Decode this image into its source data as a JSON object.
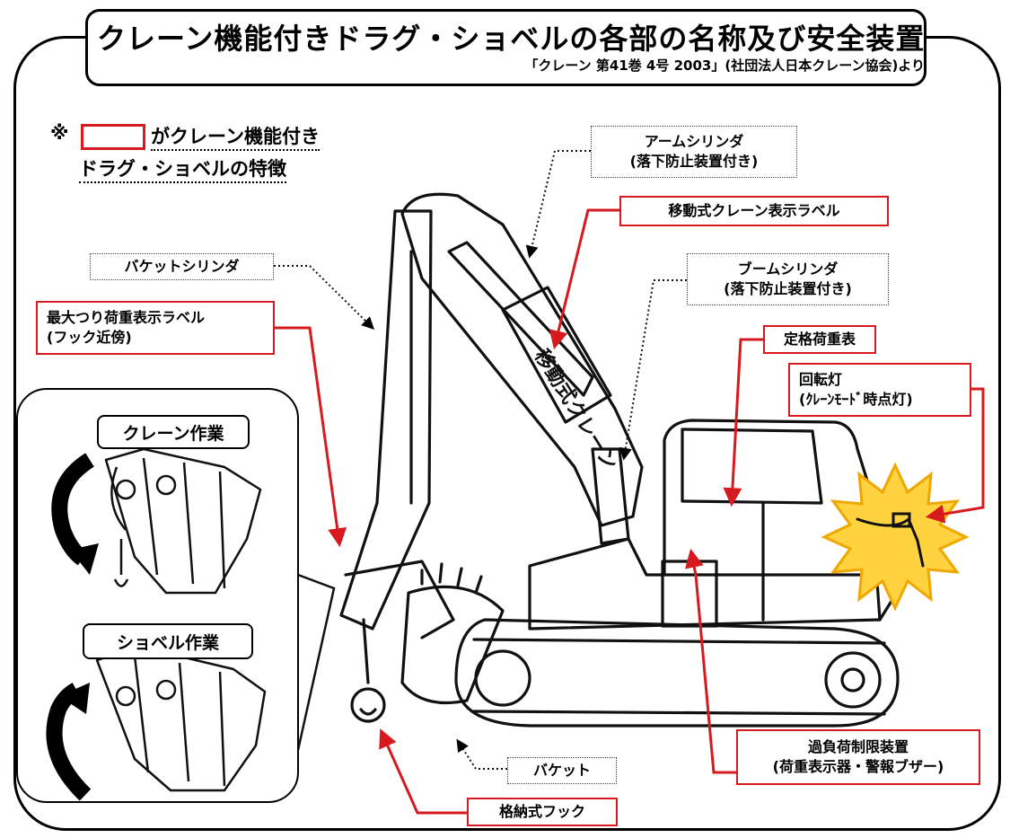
{
  "title": "クレーン機能付きドラグ・ショベルの各部の名称及び安全装置",
  "source": "「クレーン 第41巻 4号 2003」(社団法人日本クレーン協会)より",
  "note": {
    "mark": "※",
    "line1": "がクレーン機能付き",
    "line2": "ドラグ・ショベルの特徴"
  },
  "labels": {
    "arm_cylinder": [
      "アームシリンダ",
      "(落下防止装置付き)"
    ],
    "mobile_crane_label": [
      "移動式クレーン表示ラベル"
    ],
    "bucket_cylinder": [
      "バケットシリンダ"
    ],
    "boom_cylinder": [
      "ブームシリンダ",
      "(落下防止装置付き)"
    ],
    "max_load_label": [
      "最大つり荷重表示ラベル",
      "(フック近傍)"
    ],
    "rated_load_chart": [
      "定格荷重表"
    ],
    "rotating_light": [
      "回転灯",
      "(ｸﾚｰﾝﾓｰﾄﾞ時点灯)"
    ],
    "bucket": [
      "バケット"
    ],
    "overload_limiter": [
      "過負荷制限装置",
      "(荷重表示器・警報ブザー)"
    ],
    "retractable_hook": [
      "格納式フック"
    ]
  },
  "cab_sign": "移動式クレーン",
  "modes": {
    "crane": "クレーン作業",
    "shovel": "ショベル作業"
  },
  "colors": {
    "red": "#d71920",
    "star_fill": "#ffd23f",
    "star_stroke": "#f0a800"
  }
}
